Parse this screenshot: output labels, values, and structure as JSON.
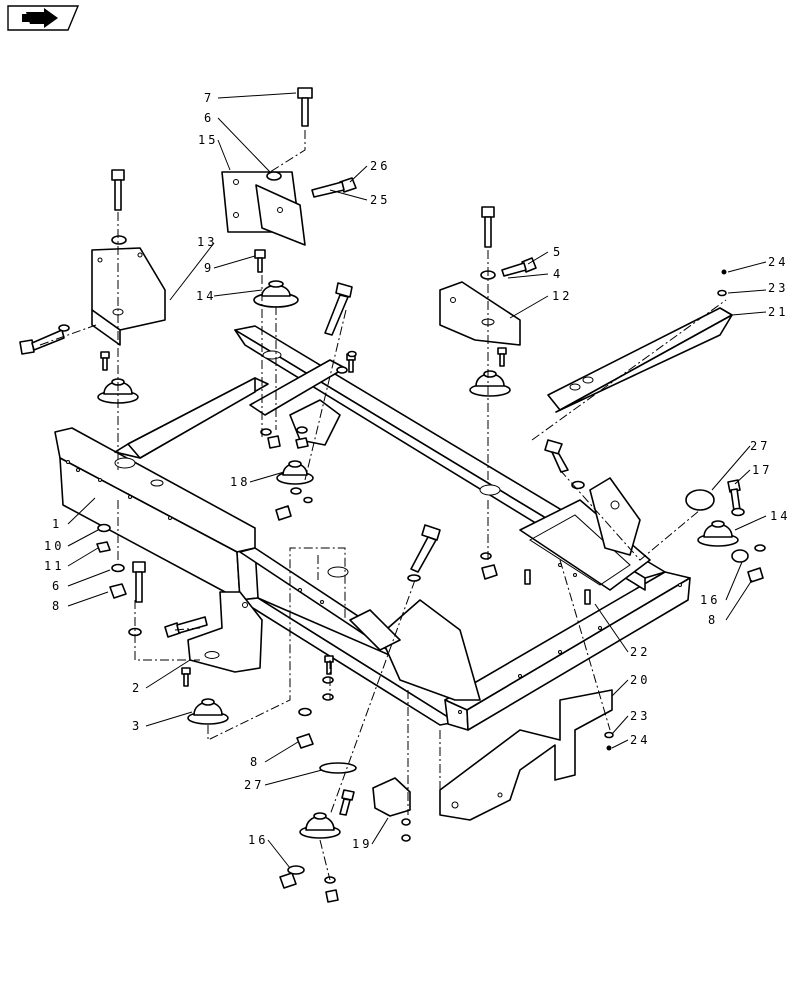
{
  "nav_icon": "page-forward-icon",
  "callouts": {
    "c1": "1",
    "c2": "2",
    "c3": "3",
    "c4": "4",
    "c5": "5",
    "c6a": "6",
    "c6b": "6",
    "c7": "7",
    "c8a": "8",
    "c8b": "8",
    "c8c": "8",
    "c9": "9",
    "c10": "10",
    "c11": "11",
    "c12": "12",
    "c13": "13",
    "c14a": "14",
    "c14b": "14",
    "c15": "15",
    "c16a": "16",
    "c16b": "16",
    "c17": "17",
    "c18": "18",
    "c19": "19",
    "c20": "20",
    "c21": "21",
    "c22": "22",
    "c23a": "23",
    "c23b": "23",
    "c24a": "24",
    "c24b": "24",
    "c25": "25",
    "c26": "26",
    "c27a": "27",
    "c27b": "27"
  }
}
